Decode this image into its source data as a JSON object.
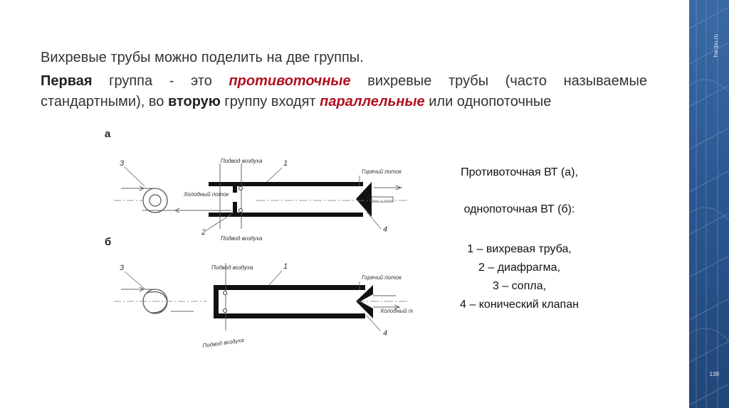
{
  "sidebar": {
    "site": "hw.tpu.ru",
    "page_number": "139",
    "color": "#2a5690"
  },
  "heading": "Вихревые трубы можно поделить на две группы.",
  "paragraph": {
    "first_word": "Первая",
    "part1": " группа - это ",
    "counterflow": "противоточные",
    "part2": " вихревые трубы (часто называемые стандартными), во ",
    "second_word": "вторую",
    "part3": " группу входят ",
    "parallel": "параллельные",
    "part4": " или однопоточные",
    "accent_color": "#b01020"
  },
  "diagram": {
    "label_a": "а",
    "label_b": "б",
    "air_supply": "Подвод воздуха",
    "hot_flow": "Горячий поток",
    "cold_flow": "Холодный поток",
    "n1": "1",
    "n2": "2",
    "n3": "3",
    "n4": "4"
  },
  "legend": {
    "line1": "Противоточная ВТ (а),",
    "line2": "однопоточная ВТ (б):",
    "item1": "1 – вихревая труба,",
    "item2": "2 – диафрагма,",
    "item3": "3 – сопла,",
    "item4": "4 – конический клапан"
  }
}
